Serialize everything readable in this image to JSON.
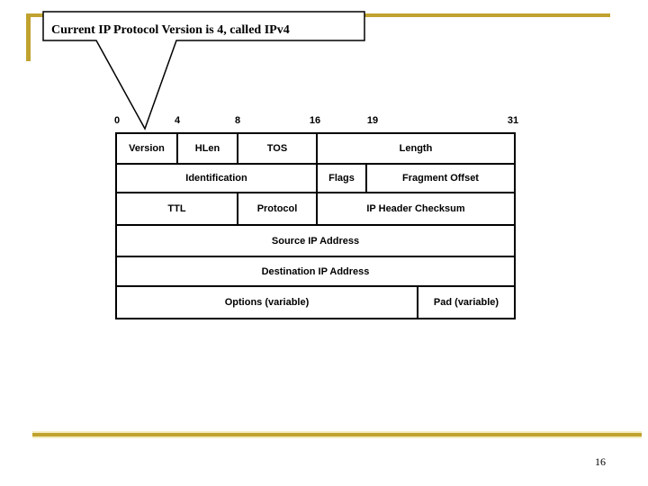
{
  "slide": {
    "callout_text": "Current IP Protocol Version is 4, called IPv4",
    "page_number": "16",
    "accent_color": "#C0A22F",
    "border_color": "#000000"
  },
  "diagram": {
    "bit_labels": [
      "0",
      "4",
      "8",
      "16",
      "19",
      "31"
    ],
    "rows": [
      {
        "cells": [
          "Version",
          "HLen",
          "TOS",
          "Length"
        ]
      },
      {
        "cells": [
          "Identification",
          "Flags",
          "Fragment Offset"
        ]
      },
      {
        "cells": [
          "TTL",
          "Protocol",
          "IP Header Checksum"
        ]
      },
      {
        "cells": [
          "Source IP Address"
        ]
      },
      {
        "cells": [
          "Destination IP Address"
        ]
      },
      {
        "cells": [
          "Options (variable)",
          "Pad (variable)"
        ]
      }
    ]
  }
}
